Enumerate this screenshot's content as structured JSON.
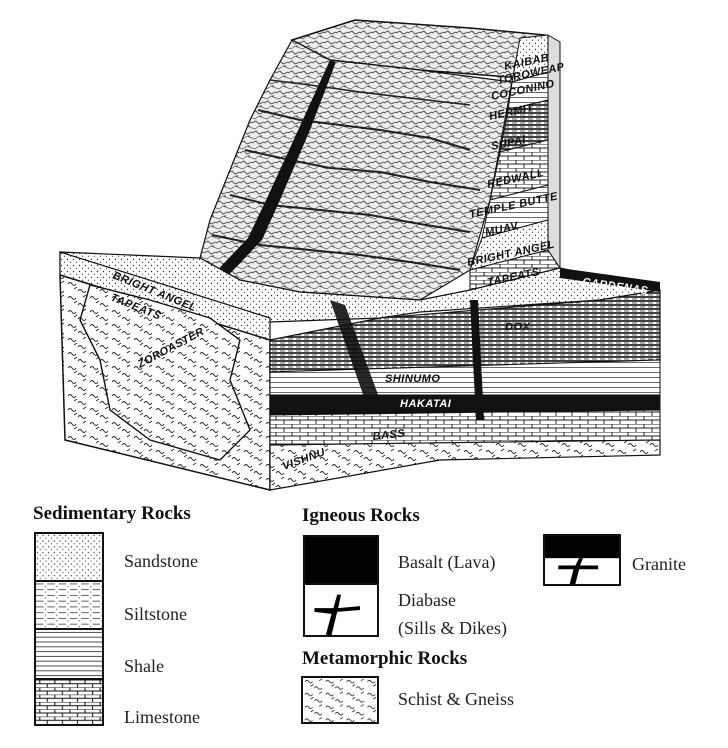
{
  "diagram": {
    "layers": {
      "kaibab": "KAIBAB",
      "toroweap": "TOROWEAP",
      "coconino": "COCONINO",
      "hermit": "HERMIT",
      "supai": "SUPAI",
      "redwall": "REDWALL",
      "temple_butte": "TEMPLE BUTTE",
      "muav": "MUAV",
      "bright_angel": "BRIGHT ANGEL",
      "tapeats": "TAPEATS",
      "cardenas": "CARDENAS",
      "dox": "DOX",
      "shinumo": "SHINUMO",
      "hakatai": "HAKATAI",
      "bass": "BASS",
      "vishnu": "VISHNU",
      "zoroaster": "ZOROASTER",
      "bright_angel_left": "BRIGHT ANGEL",
      "tapeats_left": "TAPEATS"
    }
  },
  "legend": {
    "sedimentary": {
      "title": "Sedimentary Rocks",
      "items": [
        "Sandstone",
        "Siltstone",
        "Shale",
        "Limestone"
      ]
    },
    "igneous": {
      "title": "Igneous Rocks",
      "basalt": "Basalt (Lava)",
      "diabase_line1": "Diabase",
      "diabase_line2": "(Sills & Dikes)",
      "granite": "Granite"
    },
    "metamorphic": {
      "title": "Metamorphic Rocks",
      "schist": "Schist & Gneiss"
    }
  }
}
